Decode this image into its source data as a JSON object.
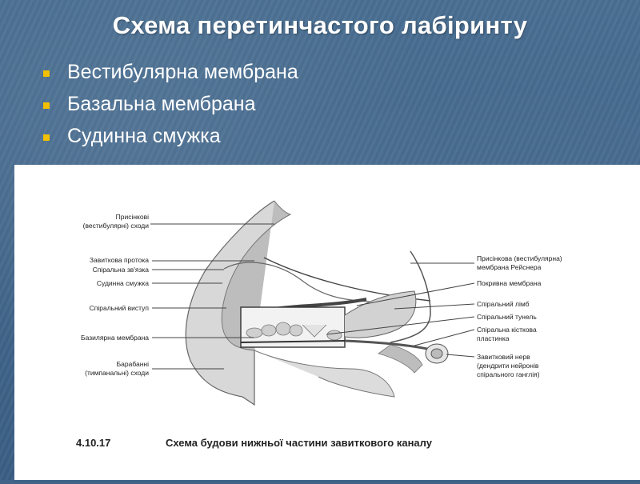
{
  "slide": {
    "title": "Схема перетинчастого лабіринту",
    "bullets": [
      "Вестибулярна мембрана",
      "Базальна мембрана",
      "Судинна смужка"
    ]
  },
  "figure": {
    "labels_left": [
      "Присінкові",
      "(вестибулярні) сходи",
      "Завиткова протока",
      "Спіральна зв'язка",
      "Судинна смужка",
      "Спіральний виступ",
      "Базилярна мембрана",
      "Барабанні",
      "(тимпанальні) сходи"
    ],
    "labels_right": [
      "Присінкова (вестибулярна)",
      "мембрана Рейснера",
      "Покривна мембрана",
      "Спіральний лімб",
      "Спіральний тунель",
      "Спіральна кісткова",
      "пластинка",
      "Завитковий нерв",
      "(дендрити нейронів",
      "спірального ганглія)"
    ],
    "caption_number": "4.10.17",
    "caption_text": "Схема будови нижньої частини завиткового каналу"
  },
  "colors": {
    "bullet": "#f2c000",
    "background": "#3f6487",
    "title": "#ffffff"
  }
}
